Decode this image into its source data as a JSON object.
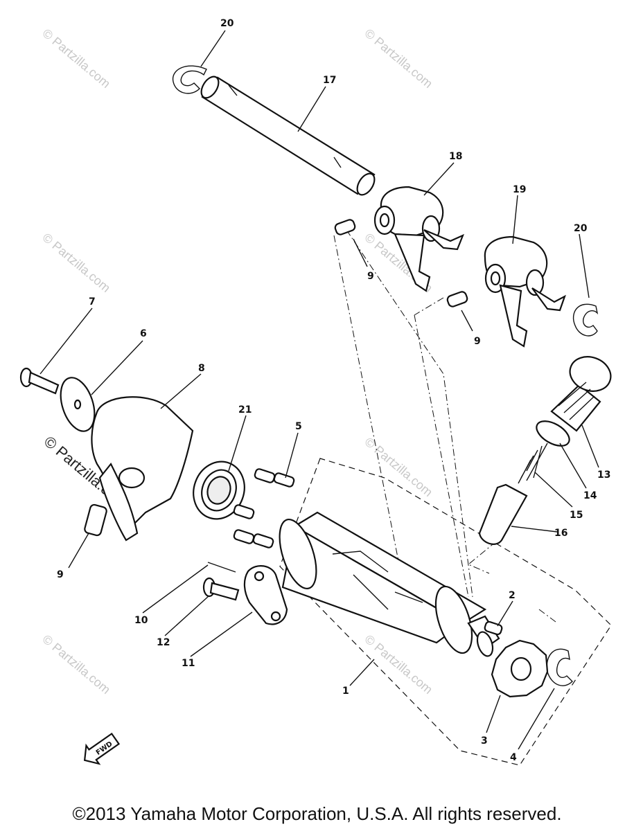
{
  "watermark": "© Partzilla.com",
  "copyright": "©2013 Yamaha Motor Corporation, U.S.A. All rights reserved.",
  "fwd_label": "FWD",
  "labels": {
    "p1": "1",
    "p2": "2",
    "p3": "3",
    "p4": "4",
    "p5": "5",
    "p6": "6",
    "p7": "7",
    "p8": "8",
    "p9a": "9",
    "p9b": "9",
    "p9c": "9",
    "p10": "10",
    "p11": "11",
    "p12": "12",
    "p13": "13",
    "p14": "14",
    "p15": "15",
    "p16": "16",
    "p17": "17",
    "p18": "18",
    "p19": "19",
    "p20a": "20",
    "p20b": "20",
    "p21": "21"
  }
}
